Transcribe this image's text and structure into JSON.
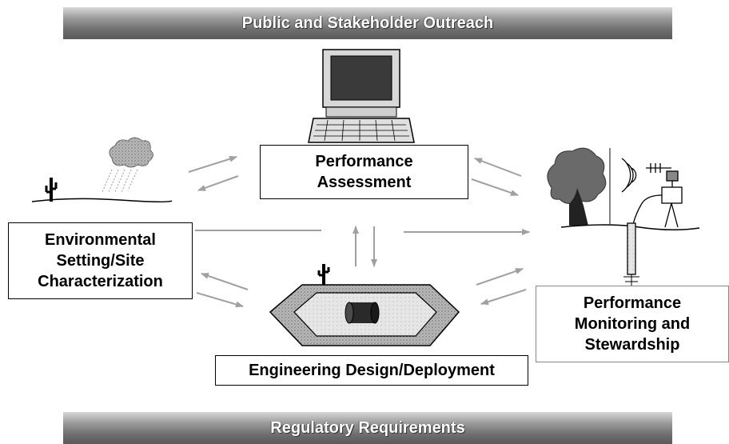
{
  "banners": {
    "top": "Public and Stakeholder Outreach",
    "bottom": "Regulatory Requirements"
  },
  "boxes": {
    "performance_assessment": "Performance\nAssessment",
    "environmental_setting": "Environmental\nSetting/Site\nCharacterization",
    "engineering_design": "Engineering Design/Deployment",
    "performance_monitoring": "Performance\nMonitoring and\nStewardship"
  },
  "colors": {
    "arrow": "#a0a0a0",
    "banner_dark": "#5a5a5a",
    "box_border": "#000000"
  },
  "icons": [
    "computer-icon",
    "rain-cloud-icon",
    "cactus-icon",
    "tree-icon",
    "antenna-icon",
    "monitoring-well-icon",
    "containment-cell-icon",
    "drum-icon"
  ]
}
